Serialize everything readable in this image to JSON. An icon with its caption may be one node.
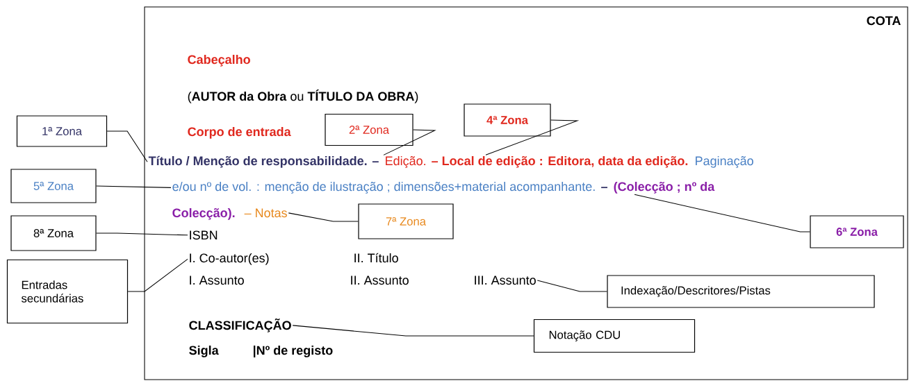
{
  "diagram": {
    "nodes": [
      {
        "text": [],
        "shape": "box"
      },
      {
        "text": [
          "1ª Zona"
        ]
      },
      {
        "text": [
          "2ª Zona"
        ],
        "in": 0
      },
      {
        "text": [
          "4ª Zona"
        ],
        "in": 0
      },
      {
        "text": [
          "Título / Menção de responsabilidade. –"
        ],
        "in": 0
      },
      {
        "text": [
          "Edição."
        ],
        "in": 0
      },
      {
        "text": [
          "– Local de edição : Editora, data da edição."
        ],
        "in": 0
      },
      {
        "text": [
          "5ª Zona"
        ]
      },
      {
        "text": [
          "e/ou nº de vol. : menção de ilustração ; dimensões+material acompanhante."
        ],
        "in": 0
      },
      {
        "text": [
          "(Colecção ; nº da"
        ],
        "in": 0
      },
      {
        "text": [
          "– Notas"
        ],
        "in": 0
      },
      {
        "text": [
          "7ª Zona"
        ],
        "in": 0
      },
      {
        "text": [
          "6ª Zona"
        ],
        "in": 0
      },
      {
        "text": [
          "8ª Zona"
        ]
      },
      {
        "text": [
          "ISBN"
        ],
        "in": 0
      },
      {
        "text": [
          "Entradas secundárias"
        ]
      },
      {
        "text": [
          "I. Co-autor(es)"
        ],
        "in": 0
      },
      {
        "text": [
          "III. Assunto"
        ],
        "in": 0
      },
      {
        "text": [
          "Indexação/Descritores/Pistas"
        ],
        "in": 0
      },
      {
        "text": [
          "CLASSIFICAÇÃO"
        ],
        "in": 0
      },
      {
        "text": [
          "Notação CDU"
        ],
        "in": 0
      }
    ],
    "edges": [
      {
        "from": 1,
        "to": 4,
        "arrow": "none"
      },
      {
        "from": 2,
        "to": 5,
        "arrow": "none"
      },
      {
        "from": 3,
        "to": 6,
        "arrow": "none"
      },
      {
        "from": 7,
        "to": 8,
        "arrow": "none"
      },
      {
        "from": 12,
        "to": 9,
        "arrow": "none"
      },
      {
        "from": 11,
        "to": 10,
        "arrow": "none"
      },
      {
        "from": 13,
        "to": 14,
        "arrow": "none"
      },
      {
        "from": 15,
        "to": 16,
        "arrow": "none"
      },
      {
        "from": 18,
        "to": 17,
        "arrow": "none"
      },
      {
        "from": 20,
        "to": 19,
        "arrow": "none"
      }
    ],
    "labels": [
      "COTA",
      "Cabeçalho",
      "(**AUTOR da Obra** ou **TÍTULO DA OBRA**)",
      "Corpo de entrada",
      "Paginação",
      "–",
      "Colecção).",
      "II. Título",
      "I. Assunto",
      "II. Assunto",
      "Sigla",
      "|Nº de registo"
    ]
  }
}
